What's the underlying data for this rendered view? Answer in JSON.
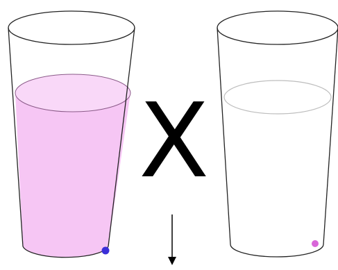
{
  "operator": {
    "symbol": "X"
  },
  "colors": {
    "liquid_fill": "#f6c6f4",
    "liquid_surface": "#f9d8f8",
    "left_dot": "#3b2fd8",
    "right_dot": "#d966d9",
    "outline": "#222222",
    "right_waterline": "#bdbdbd",
    "arrow": "#000000"
  },
  "left_glass": {
    "liquid_level": 0.72,
    "particle_icon": "blue-dot"
  },
  "right_glass": {
    "liquid_level": 0.72,
    "particle_icon": "pink-dot"
  }
}
